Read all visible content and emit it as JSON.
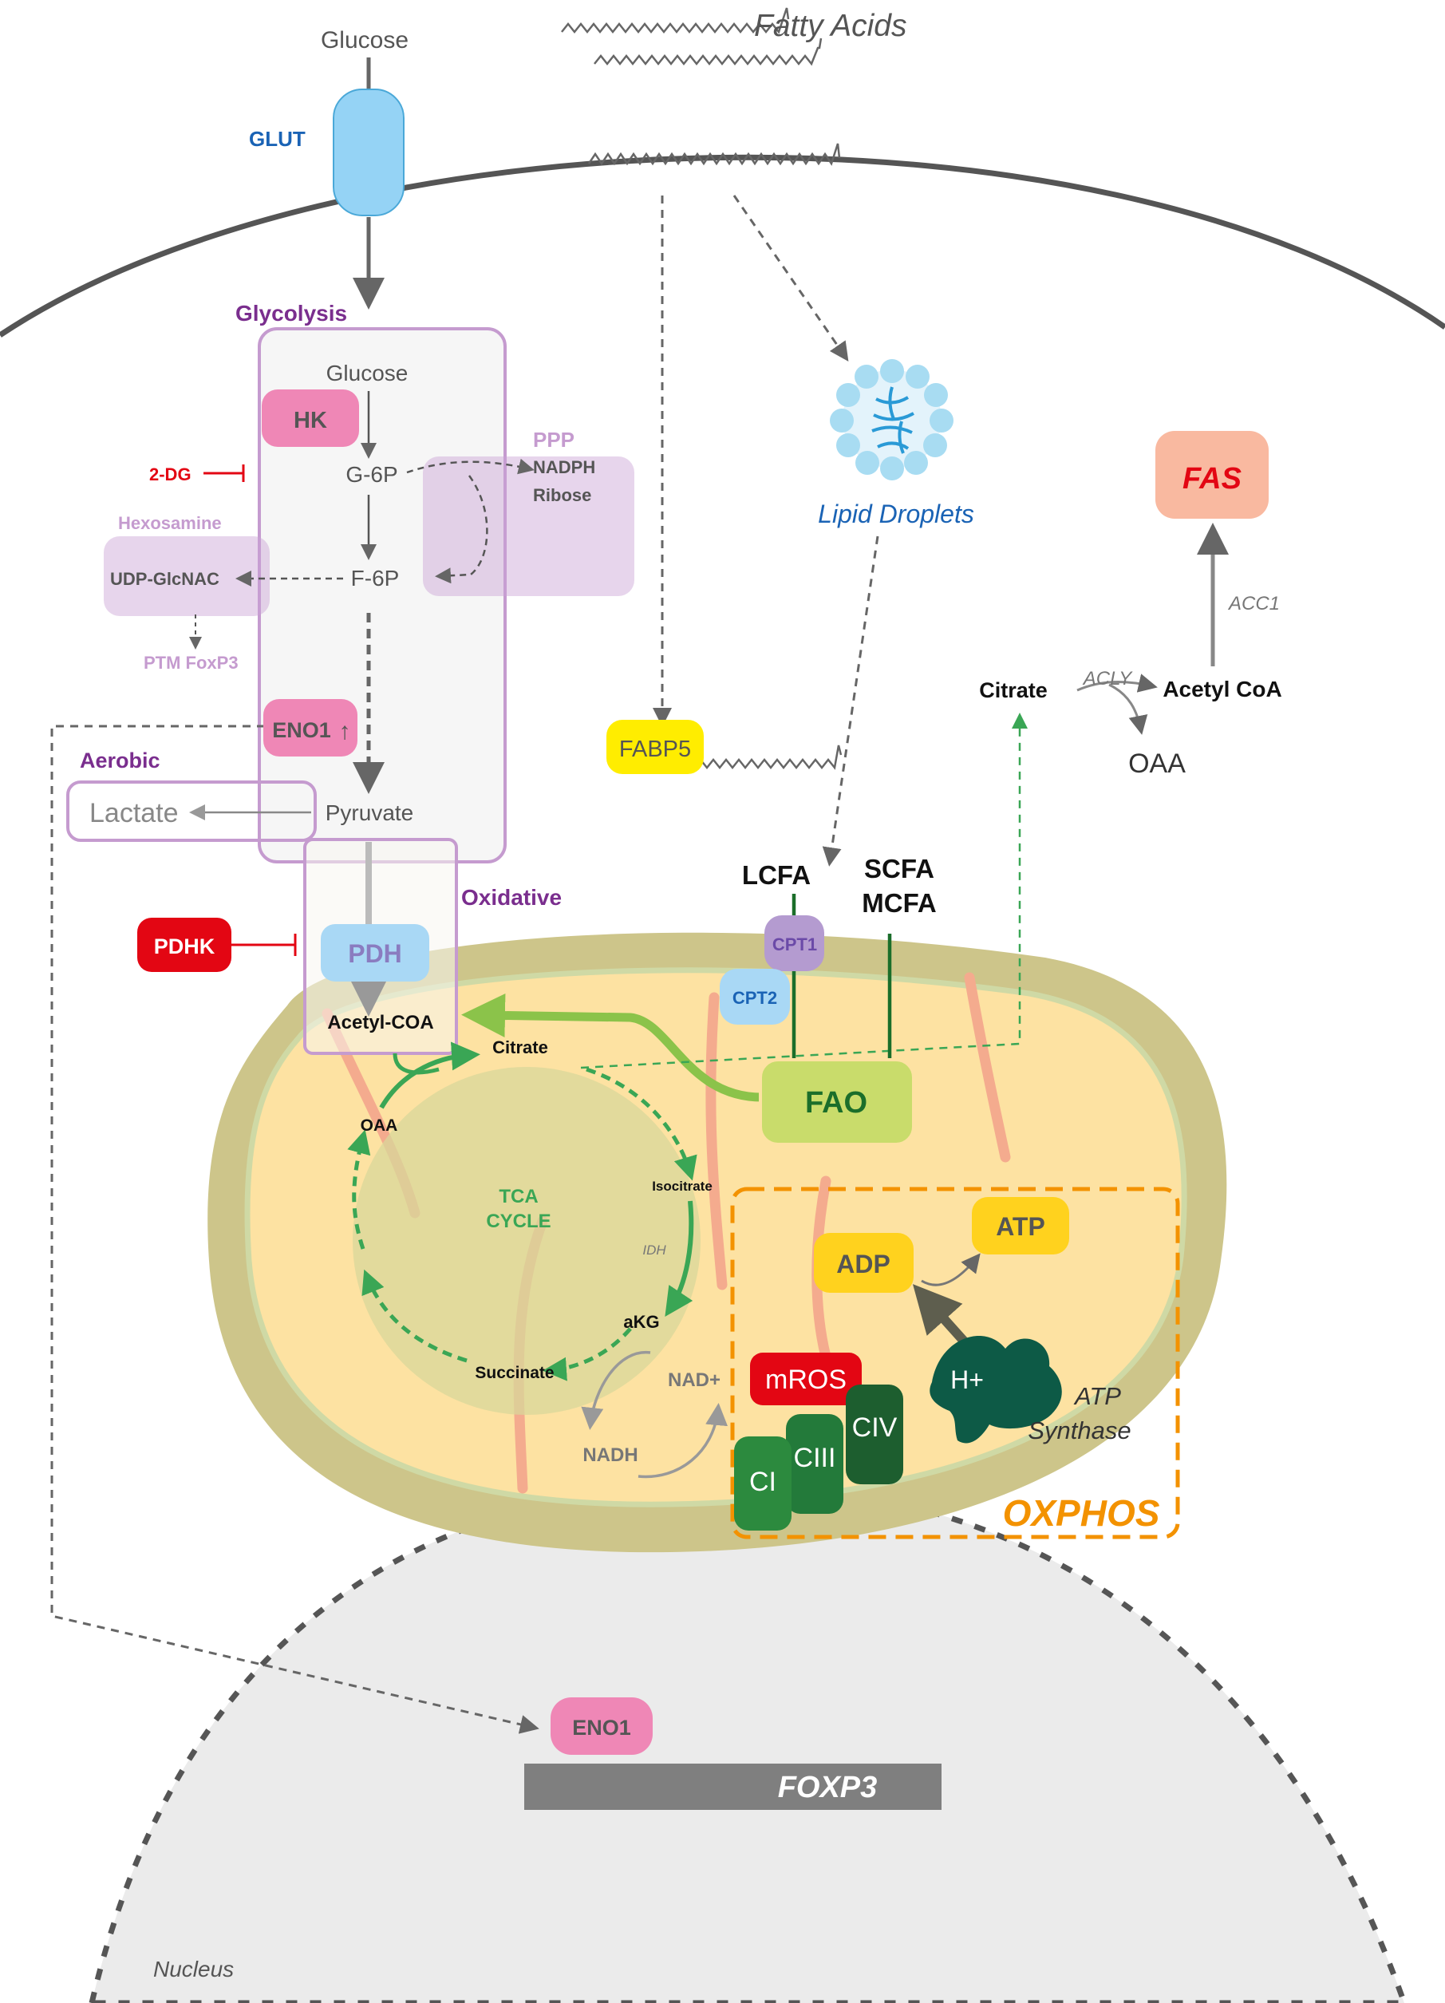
{
  "outside": {
    "glucose": "Glucose",
    "glut": "GLUT",
    "fatty_acids": "Fatty Acids"
  },
  "glycolysis": {
    "title": "Glycolysis",
    "glucose": "Glucose",
    "hk": "HK",
    "g6p": "G-6P",
    "f6p": "F-6P",
    "eno1": "ENO1",
    "eno1_arrow": "↑",
    "pyruvate": "Pyruvate",
    "inhibitor_2dg": "2-DG"
  },
  "ppp": {
    "title": "PPP",
    "nadph": "NADPH",
    "ribose": "Ribose"
  },
  "hexosamine": {
    "title": "Hexosamine",
    "udp": "UDP-GlcNAC",
    "ptm": "PTM FoxP3"
  },
  "aerobic": {
    "title": "Aerobic",
    "lactate": "Lactate"
  },
  "oxidative": {
    "title": "Oxidative",
    "pdhk": "PDHK",
    "pdh": "PDH",
    "acetyl_coa": "Acetyl-COA"
  },
  "lipid": {
    "lipid_droplets": "Lipid Droplets",
    "fabp5": "FABP5",
    "lcfa": "LCFA",
    "scfa": "SCFA",
    "mcfa": "MCFA",
    "cpt1": "CPT1",
    "cpt2": "CPT2",
    "fao": "FAO"
  },
  "tca": {
    "title_line1": "TCA",
    "title_line2": "CYCLE",
    "citrate": "Citrate",
    "isocitrate": "Isocitrate",
    "idh": "IDH",
    "akg": "aKG",
    "succinate": "Succinate",
    "oaa": "OAA",
    "nad": "NAD+",
    "nadh": "NADH"
  },
  "cytosol": {
    "citrate": "Citrate",
    "acly": "ACLY",
    "acetyl_coa": "Acetyl CoA",
    "oaa": "OAA",
    "acc1": "ACC1",
    "fas": "FAS"
  },
  "oxphos": {
    "title": "OXPHOS",
    "adp": "ADP",
    "atp": "ATP",
    "mros": "mROS",
    "ci": "CI",
    "ciii": "CIII",
    "civ": "CIV",
    "hplus": "H+",
    "atp_synthase_line1": "ATP",
    "atp_synthase_line2": "Synthase"
  },
  "nucleus": {
    "label": "Nucleus",
    "eno1": "ENO1",
    "foxp3": "FOXP3"
  },
  "colors": {
    "purple": "#7a2e8e",
    "red": "#e30613",
    "pink": "#ef87b6",
    "blue_label": "#1a63b5",
    "green": "#3aa655",
    "orange": "#f39200",
    "yellow_box": "#ffd21e",
    "fas_box": "#f9b9a0"
  }
}
